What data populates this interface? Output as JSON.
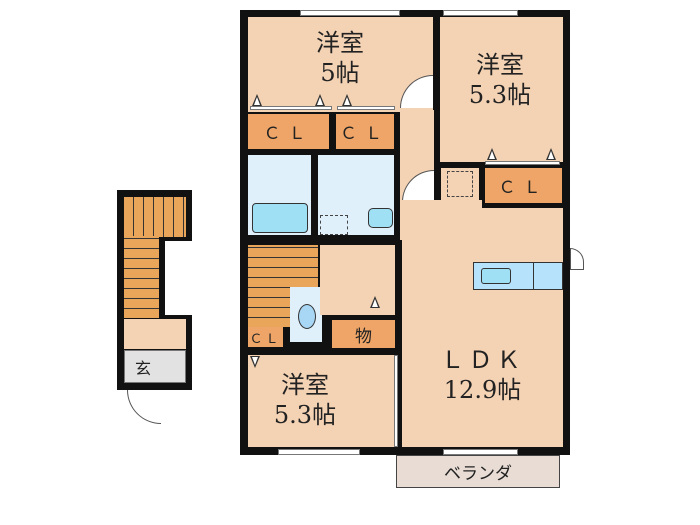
{
  "floorplan": {
    "rooms": {
      "bedroom_top_left": {
        "name": "洋室",
        "size": "5帖"
      },
      "bedroom_top_right": {
        "name": "洋室",
        "size": "5.3帖"
      },
      "bedroom_bottom_left": {
        "name": "洋室",
        "size": "5.3帖"
      },
      "ldk": {
        "name": "ＬＤＫ",
        "size": "12.9帖"
      }
    },
    "closets": {
      "cl_1": "ＣＬ",
      "cl_2": "ＣＬ",
      "cl_3": "ＣＬ",
      "cl_4": "ＣＬ"
    },
    "storage": "物",
    "entrance": "玄",
    "veranda": "ベランダ"
  },
  "colors": {
    "room": "#f4d2b4",
    "closet": "#eea567",
    "wet_area": "#dff0fb",
    "fixture": "#9fe0f5",
    "wall": "#111111",
    "entrance": "#e2e2e2",
    "veranda": "#e8dcd4"
  }
}
